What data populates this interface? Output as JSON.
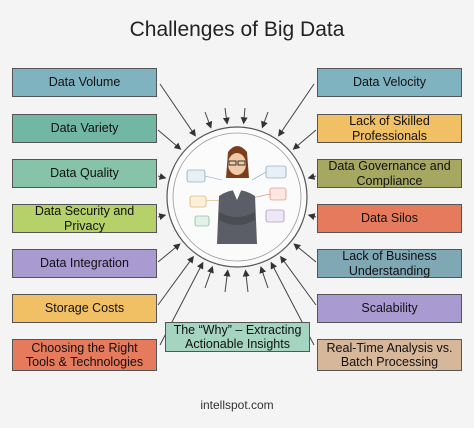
{
  "title": "Challenges of Big Data",
  "footer": "intellspot.com",
  "left_boxes": [
    {
      "label": "Data Volume",
      "color": "#7fb3c0"
    },
    {
      "label": "Data Variety",
      "color": "#71b7a3"
    },
    {
      "label": "Data Quality",
      "color": "#86c3a8"
    },
    {
      "label": "Data Security and Privacy",
      "color": "#b6d16a"
    },
    {
      "label": "Data Integration",
      "color": "#a99bd1"
    },
    {
      "label": "Storage Costs",
      "color": "#f2c064"
    },
    {
      "label": "Choosing the Right Tools & Technologies",
      "color": "#e57b5c"
    }
  ],
  "right_boxes": [
    {
      "label": "Data Velocity",
      "color": "#7fb3c0"
    },
    {
      "label": "Lack of Skilled Professionals",
      "color": "#f2c064"
    },
    {
      "label": "Data Governance and Compliance",
      "color": "#a6a862"
    },
    {
      "label": "Data Silos",
      "color": "#e57b5c"
    },
    {
      "label": "Lack of Business Understanding",
      "color": "#7fa8b4"
    },
    {
      "label": "Scalability",
      "color": "#a99bd1"
    },
    {
      "label": "Real-Time Analysis vs. Batch Processing",
      "color": "#d7b79a"
    }
  ],
  "center_box": {
    "label": "The “Why” – Extracting Actionable Insights",
    "color": "#a5d4c1"
  }
}
